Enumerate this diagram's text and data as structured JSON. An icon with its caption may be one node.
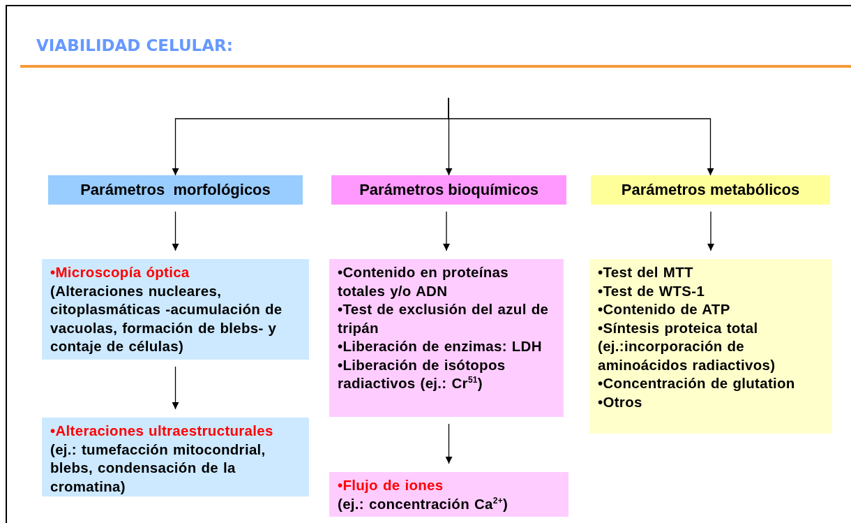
{
  "diagram": {
    "title": "VIABILIDAD CELULAR:",
    "nodes": [
      {
        "text": [
          "Parámetros  morfológicos"
        ]
      },
      {
        "text": [
          "Parámetros bioquímicos"
        ]
      },
      {
        "text": [
          "Parámetros metabólicos"
        ]
      },
      {
        "text": [
          "•Microscopía óptica",
          "(Alteraciones nucleares, citoplasmáticas -acumulación de vacuolas, formación de blebs- y contaje de células)"
        ]
      },
      {
        "text": [
          "•Alteraciones ultraestructurales",
          "(ej.: tumefacción mitocondrial, blebs, condensación de la cromatina)"
        ]
      },
      {
        "text": [
          "•Contenido en proteínas totales y/o ADN",
          "•Test de exclusión del azul de tripán",
          "•Liberación de enzimas: LDH",
          "•Liberación de isótopos radiactivos (ej.: Cr$^{51}$)"
        ]
      },
      {
        "text": [
          "•Flujo de iones",
          "(ej.: concentración  Ca$^{2+}$)"
        ]
      },
      {
        "text": [
          "•Test del MTT",
          "•Test de WTS-1",
          "•Contenido de ATP",
          "•Síntesis proteica total (ej.:incorporación de aminoácidos radiactivos)",
          "•Concentración de glutation",
          "•Otros"
        ]
      }
    ],
    "edges": [
      {
        "from": null,
        "to": 0,
        "arrow": "to"
      },
      {
        "from": null,
        "to": 1,
        "arrow": "to"
      },
      {
        "from": null,
        "to": 2,
        "arrow": "to"
      },
      {
        "from": 0,
        "to": 3,
        "arrow": "to"
      },
      {
        "from": 3,
        "to": 4,
        "arrow": "to"
      },
      {
        "from": 1,
        "to": 5,
        "arrow": "to"
      },
      {
        "from": 5,
        "to": 6,
        "arrow": "to"
      },
      {
        "from": 2,
        "to": 7,
        "arrow": "to"
      }
    ]
  }
}
